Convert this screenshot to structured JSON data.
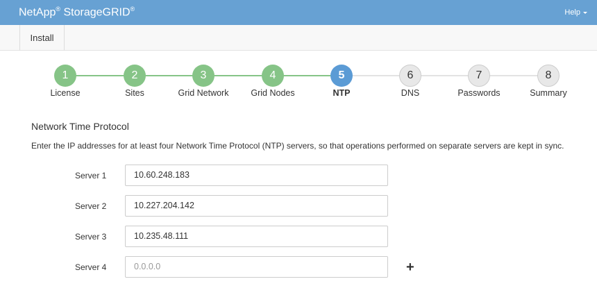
{
  "header": {
    "brand": "NetApp",
    "brand2": "StorageGRID",
    "reg": "®",
    "help": "Help"
  },
  "nav": {
    "install": "Install"
  },
  "steps": [
    {
      "num": "1",
      "label": "License",
      "state": "done"
    },
    {
      "num": "2",
      "label": "Sites",
      "state": "done"
    },
    {
      "num": "3",
      "label": "Grid Network",
      "state": "done"
    },
    {
      "num": "4",
      "label": "Grid Nodes",
      "state": "done"
    },
    {
      "num": "5",
      "label": "NTP",
      "state": "active"
    },
    {
      "num": "6",
      "label": "DNS",
      "state": "todo"
    },
    {
      "num": "7",
      "label": "Passwords",
      "state": "todo"
    },
    {
      "num": "8",
      "label": "Summary",
      "state": "todo"
    }
  ],
  "section": {
    "title": "Network Time Protocol",
    "description": "Enter the IP addresses for at least four Network Time Protocol (NTP) servers, so that operations performed on separate servers are kept in sync."
  },
  "servers": [
    {
      "label": "Server 1",
      "value": "10.60.248.183",
      "placeholder": ""
    },
    {
      "label": "Server 2",
      "value": "10.227.204.142",
      "placeholder": ""
    },
    {
      "label": "Server 3",
      "value": "10.235.48.111",
      "placeholder": ""
    },
    {
      "label": "Server 4",
      "value": "",
      "placeholder": "0.0.0.0"
    }
  ],
  "add_icon": "+",
  "colors": {
    "header": "#67a1d3",
    "done": "#86c487",
    "active": "#5b9bd5"
  }
}
